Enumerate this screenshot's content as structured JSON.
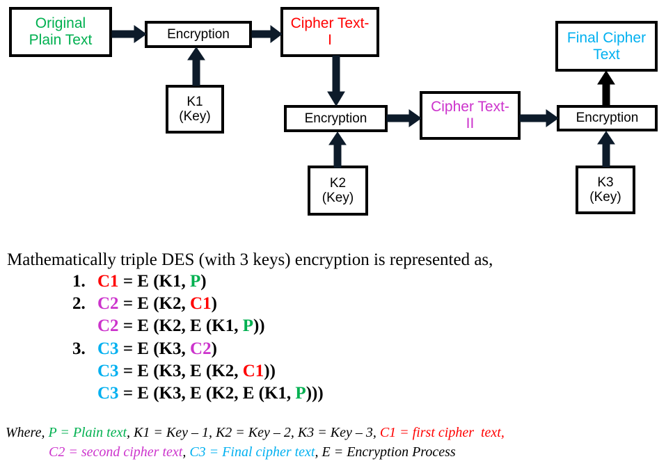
{
  "diagram": {
    "boxes": {
      "plaintext": "Original\nPlain Text",
      "encryption1": "Encryption",
      "ciphertext1": "Cipher Text-\nI",
      "key1": "K1\n(Key)",
      "encryption2": "Encryption",
      "ciphertext2": "Cipher Text-\nII",
      "key2": "K2\n(Key)",
      "encryption3": "Encryption",
      "key3": "K3\n(Key)",
      "finalcipher": "Final Cipher\nText"
    },
    "arrows": [
      {
        "name": "plaintext-to-encryption1",
        "direction": "right"
      },
      {
        "name": "key1-to-encryption1",
        "direction": "up"
      },
      {
        "name": "encryption1-to-ciphertext1",
        "direction": "right"
      },
      {
        "name": "ciphertext1-to-encryption2",
        "direction": "down"
      },
      {
        "name": "key2-to-encryption2",
        "direction": "up"
      },
      {
        "name": "encryption2-to-ciphertext2",
        "direction": "right"
      },
      {
        "name": "ciphertext2-to-encryption3",
        "direction": "right"
      },
      {
        "name": "key3-to-encryption3",
        "direction": "up"
      },
      {
        "name": "encryption3-to-finalcipher",
        "direction": "up"
      }
    ]
  },
  "colors": {
    "green": "#00b050",
    "red": "#ff0000",
    "magenta": "#cc33cc",
    "cyan": "#00b0f0",
    "black": "#000000"
  },
  "text": {
    "lead": "Mathematically triple DES (with 3 keys) encryption is represented as,",
    "equations": [
      {
        "number": "1.",
        "parts": [
          {
            "t": "C1",
            "c": "r"
          },
          {
            "t": " = E (K1, ",
            "c": ""
          },
          {
            "t": "P",
            "c": "g"
          },
          {
            "t": ")",
            "c": ""
          }
        ]
      },
      {
        "number": "2.",
        "parts": [
          {
            "t": "C2",
            "c": "m"
          },
          {
            "t": " = E (K2, ",
            "c": ""
          },
          {
            "t": "C1",
            "c": "r"
          },
          {
            "t": ")",
            "c": ""
          }
        ]
      },
      {
        "number": "",
        "parts": [
          {
            "t": "C2",
            "c": "m"
          },
          {
            "t": " = E (K2, E (K1, ",
            "c": ""
          },
          {
            "t": "P",
            "c": "g"
          },
          {
            "t": "))",
            "c": ""
          }
        ]
      },
      {
        "number": "3.",
        "parts": [
          {
            "t": "C3",
            "c": "cy"
          },
          {
            "t": " = E (K3, ",
            "c": ""
          },
          {
            "t": "C2",
            "c": "m"
          },
          {
            "t": ")",
            "c": ""
          }
        ]
      },
      {
        "number": "",
        "parts": [
          {
            "t": "C3",
            "c": "cy"
          },
          {
            "t": " = E (K3, E (K2, ",
            "c": ""
          },
          {
            "t": "C1",
            "c": "r"
          },
          {
            "t": "))",
            "c": ""
          }
        ]
      },
      {
        "number": "",
        "parts": [
          {
            "t": "C3",
            "c": "cy"
          },
          {
            "t": " = E (K3, E (K2, E (K1, ",
            "c": ""
          },
          {
            "t": "P",
            "c": "g"
          },
          {
            "t": ")))",
            "c": ""
          }
        ]
      }
    ],
    "where_lines": [
      [
        {
          "t": "Where, ",
          "c": ""
        },
        {
          "t": "P = Plain text",
          "c": "g"
        },
        {
          "t": ", K1 = Key – 1, K2 = Key – 2, K3 = Key – 3, ",
          "c": ""
        },
        {
          "t": "C1 = first cipher  text,",
          "c": "r"
        }
      ],
      [
        {
          "t": "C2 = second cipher text",
          "c": "m"
        },
        {
          "t": ", ",
          "c": ""
        },
        {
          "t": "C3 = Final cipher text",
          "c": "cy"
        },
        {
          "t": ", E = Encryption Process",
          "c": ""
        }
      ]
    ]
  }
}
